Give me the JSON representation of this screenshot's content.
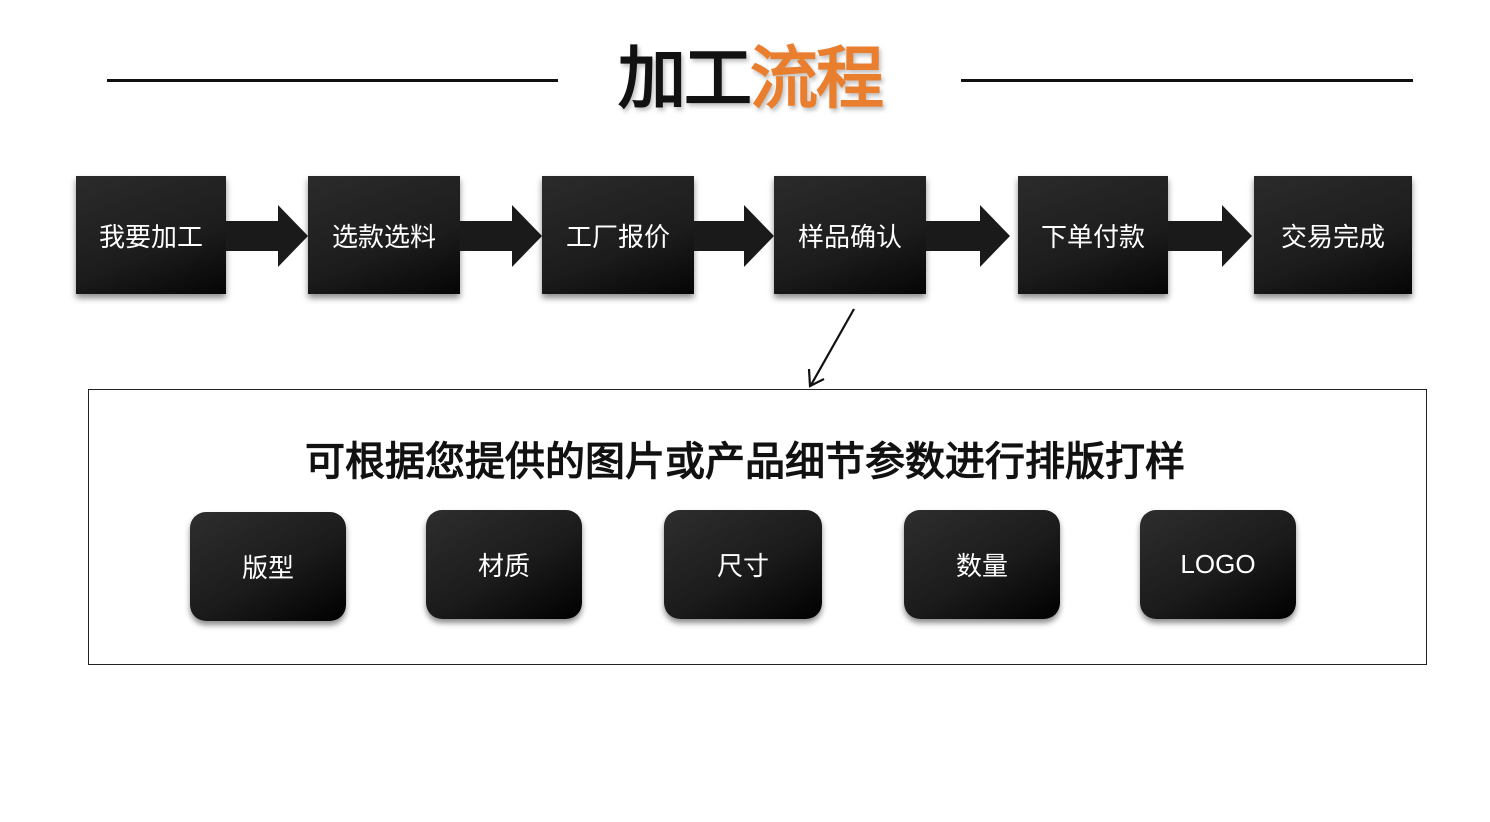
{
  "title": {
    "part1": "加工",
    "part2": "流程",
    "accent_color": "#e97f2e"
  },
  "steps": [
    "我要加工",
    "选款选料",
    "工厂报价",
    "样品确认",
    "下单付款",
    "交易完成"
  ],
  "detail": {
    "heading": "可根据您提供的图片或产品细节参数进行排版打样",
    "items": [
      "版型",
      "材质",
      "尺寸",
      "数量",
      "LOGO"
    ]
  }
}
